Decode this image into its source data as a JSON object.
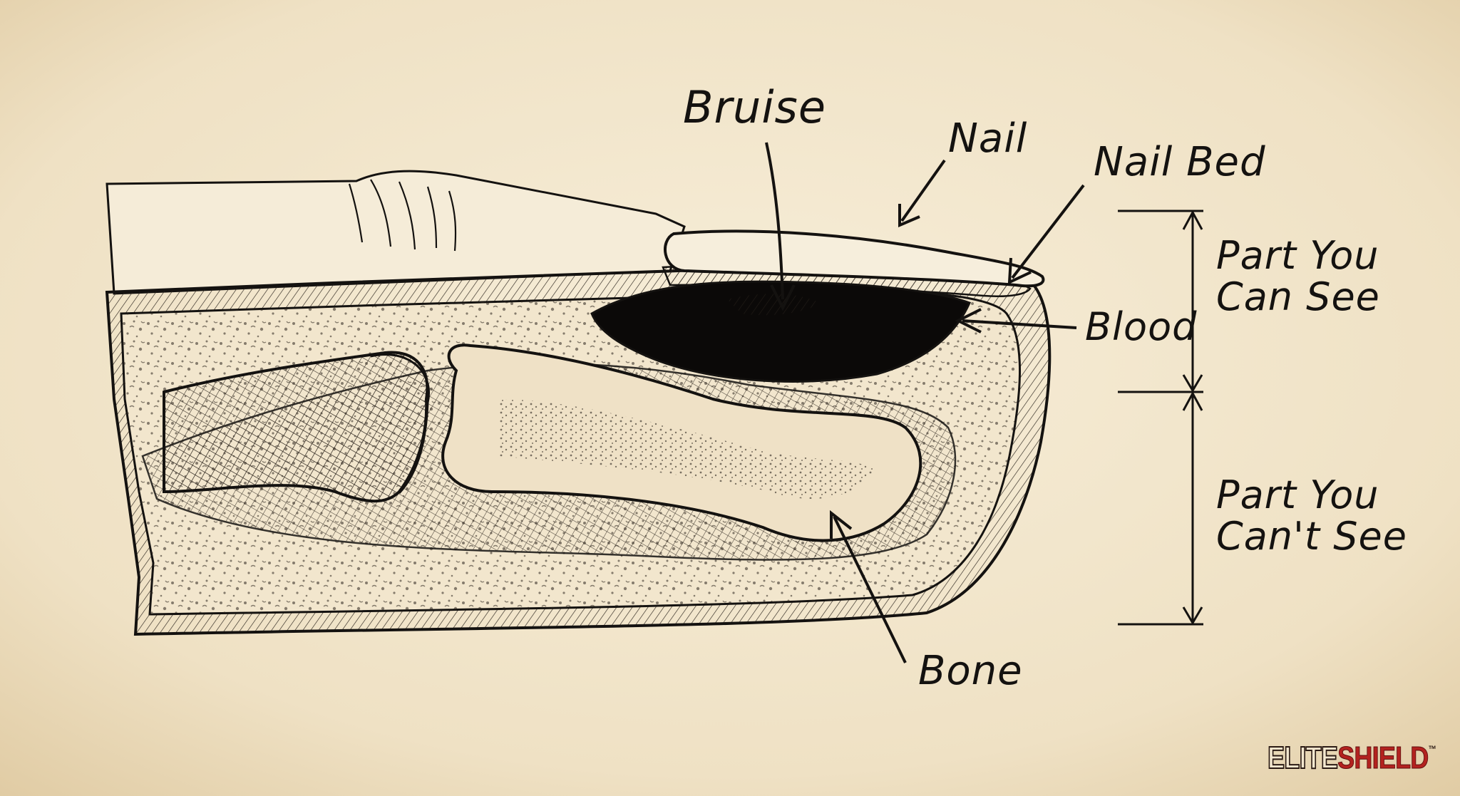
{
  "labels": {
    "bruise": "Bruise",
    "nail": "Nail",
    "nail_bed": "Nail Bed",
    "blood": "Blood",
    "bone": "Bone",
    "part_visible_line1": "Part You",
    "part_visible_line2": "Can See",
    "part_hidden_line1": "Part You",
    "part_hidden_line2": "Can't See"
  },
  "logo": {
    "part1": "ELITE",
    "part2": "SHIELD",
    "tm": "™"
  },
  "colors": {
    "paper": "#f3e7cf",
    "ink": "#141210",
    "blood": "#0b0908",
    "logo_red": "#b3221f"
  }
}
